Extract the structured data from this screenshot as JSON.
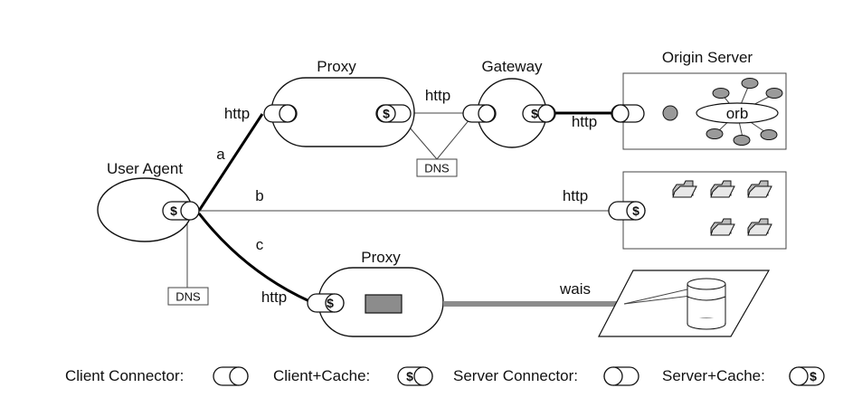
{
  "nodes": {
    "user_agent": "User Agent",
    "proxy_top": "Proxy",
    "gateway": "Gateway",
    "origin_server": "Origin Server",
    "proxy_bottom": "Proxy",
    "orb": "orb"
  },
  "edges": {
    "a": "a",
    "b": "b",
    "c": "c",
    "http_a": "http",
    "http_proxy_gateway": "http",
    "http_gateway_origin": "http",
    "http_b": "http",
    "http_c": "http",
    "wais": "wais",
    "dns_top": "DNS",
    "dns_left": "DNS"
  },
  "symbols": {
    "dollar": "$"
  },
  "legend": {
    "client_connector": "Client Connector:",
    "client_cache": "Client+Cache:",
    "server_connector": "Server Connector:",
    "server_cache": "Server+Cache:"
  },
  "colors": {
    "line": "#000000",
    "wais_bar": "#8c8c8c",
    "fill_gray": "#9a9a9a"
  }
}
